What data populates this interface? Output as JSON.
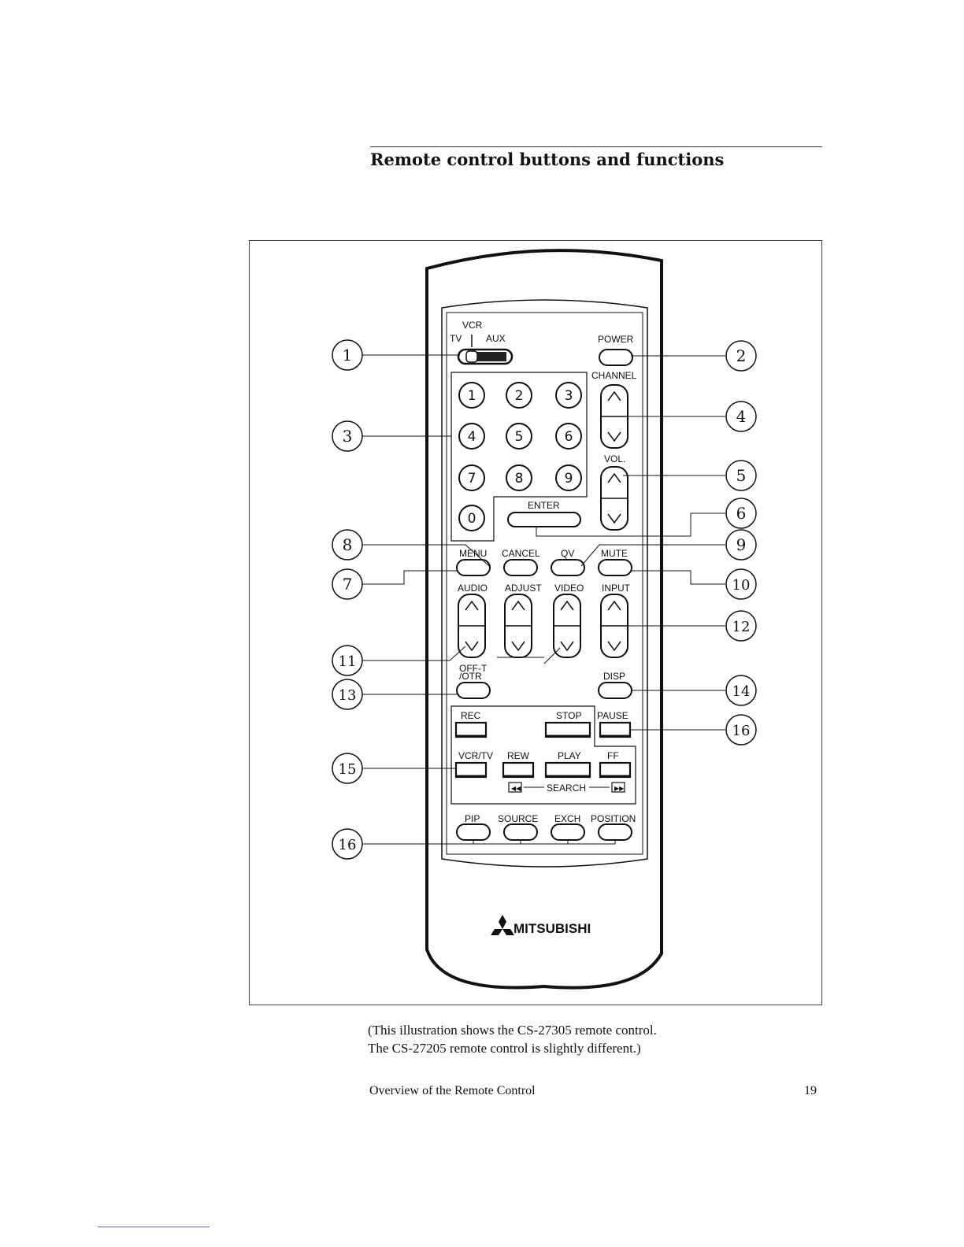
{
  "section_title": "Remote control buttons and functions",
  "caption": {
    "line1": "(This illustration shows the CS-27305 remote control.",
    "line2": "The CS-27205 remote control is slightly different.)"
  },
  "footer": {
    "left": "Overview of the Remote Control",
    "page_number": "19"
  },
  "remote": {
    "vcr": "VCR",
    "tv": "TV",
    "aux": "AUX",
    "power": "POWER",
    "channel": "CHANNEL",
    "vol": "VOL.",
    "enter": "ENTER",
    "digits": [
      "1",
      "2",
      "3",
      "4",
      "5",
      "6",
      "7",
      "8",
      "9",
      "0"
    ],
    "menu": "MENU",
    "cancel": "CANCEL",
    "qv": "QV",
    "mute": "MUTE",
    "audio": "AUDIO",
    "adjust": "ADJUST",
    "video": "VIDEO",
    "input": "INPUT",
    "off_t": "OFF-T",
    "otr": "/OTR",
    "disp": "DISP",
    "rec": "REC",
    "stop": "STOP",
    "pause": "PAUSE",
    "vcr_tv": "VCR/TV",
    "rew": "REW",
    "play": "PLAY",
    "ff": "FF",
    "search": "SEARCH",
    "pip": "PIP",
    "source": "SOURCE",
    "exch": "EXCH",
    "position": "POSITION",
    "brand": "MITSUBISHI"
  },
  "callouts": [
    "1",
    "2",
    "3",
    "4",
    "5",
    "6",
    "7",
    "8",
    "9",
    "10",
    "11",
    "12",
    "13",
    "14",
    "15",
    "16",
    "16"
  ]
}
